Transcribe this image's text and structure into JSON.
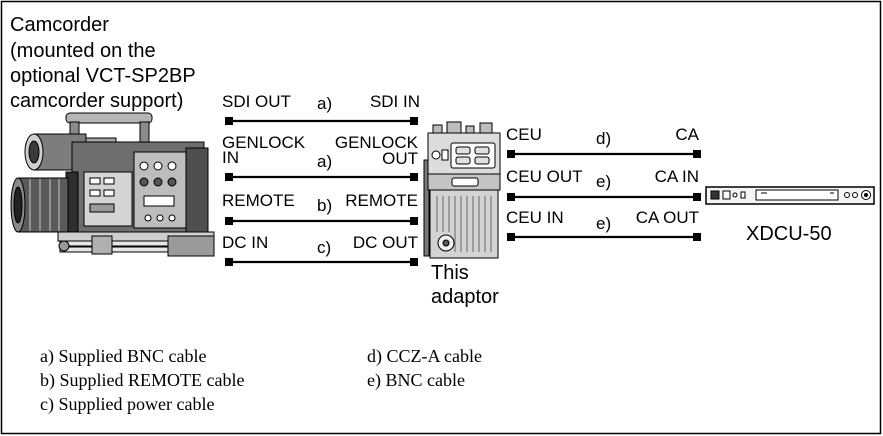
{
  "colors": {
    "line": "#000000",
    "background": "#ffffff"
  },
  "camcorder": {
    "label_lines": [
      "Camcorder",
      "(mounted on the",
      "optional VCT-SP2BP",
      "camcorder support)"
    ]
  },
  "left_cables": [
    {
      "source_lines": [
        "SDI OUT"
      ],
      "cable": "a)",
      "target_lines": [
        "SDI IN"
      ]
    },
    {
      "source_lines": [
        "GENLOCK",
        "IN"
      ],
      "cable": "a)",
      "target_lines": [
        "GENLOCK",
        "OUT"
      ]
    },
    {
      "source_lines": [
        "REMOTE"
      ],
      "cable": "b)",
      "target_lines": [
        "REMOTE"
      ]
    },
    {
      "source_lines": [
        "DC IN"
      ],
      "cable": "c)",
      "target_lines": [
        "DC OUT"
      ]
    }
  ],
  "adaptor": {
    "label_lines": [
      "This",
      "adaptor"
    ]
  },
  "right_cables": [
    {
      "source_lines": [
        "CEU"
      ],
      "cable": "d)",
      "target_lines": [
        "CA"
      ]
    },
    {
      "source_lines": [
        "CEU OUT"
      ],
      "cable": "e)",
      "target_lines": [
        "CA IN"
      ]
    },
    {
      "source_lines": [
        "CEU IN"
      ],
      "cable": "e)",
      "target_lines": [
        "CA OUT"
      ]
    }
  ],
  "xdcu": {
    "label": "XDCU-50"
  },
  "legend": {
    "left_column": [
      "a) Supplied BNC cable",
      "b) Supplied REMOTE cable",
      "c) Supplied power cable"
    ],
    "right_column": [
      "d) CCZ-A cable",
      "e) BNC cable"
    ]
  }
}
